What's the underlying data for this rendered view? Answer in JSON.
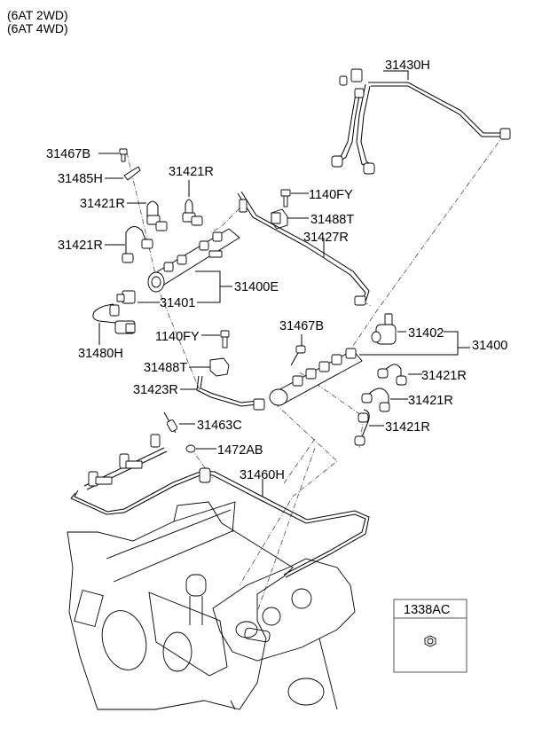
{
  "variants": [
    "(6AT 2WD)",
    "(6AT 4WD)"
  ],
  "callouts": {
    "p31430H": "31430H",
    "p31467B_top": "31467B",
    "p31485H": "31485H",
    "p31421R_a": "31421R",
    "p31421R_b": "31421R",
    "p31421R_c": "31421R",
    "p1140FY_top": "1140FY",
    "p31488T_top": "31488T",
    "p31427R": "31427R",
    "p31400E": "31400E",
    "p31401": "31401",
    "p31480H": "31480H",
    "p31467B_mid": "31467B",
    "p1140FY_mid": "1140FY",
    "p31402": "31402",
    "p31400": "31400",
    "p31488T_mid": "31488T",
    "p31421R_d": "31421R",
    "p31423R": "31423R",
    "p31421R_e": "31421R",
    "p31463C": "31463C",
    "p31421R_f": "31421R",
    "p1472AB": "1472AB",
    "p31460H": "31460H"
  },
  "legend_box": {
    "part_no": "1338AC",
    "icon": "hex-nut-icon"
  }
}
